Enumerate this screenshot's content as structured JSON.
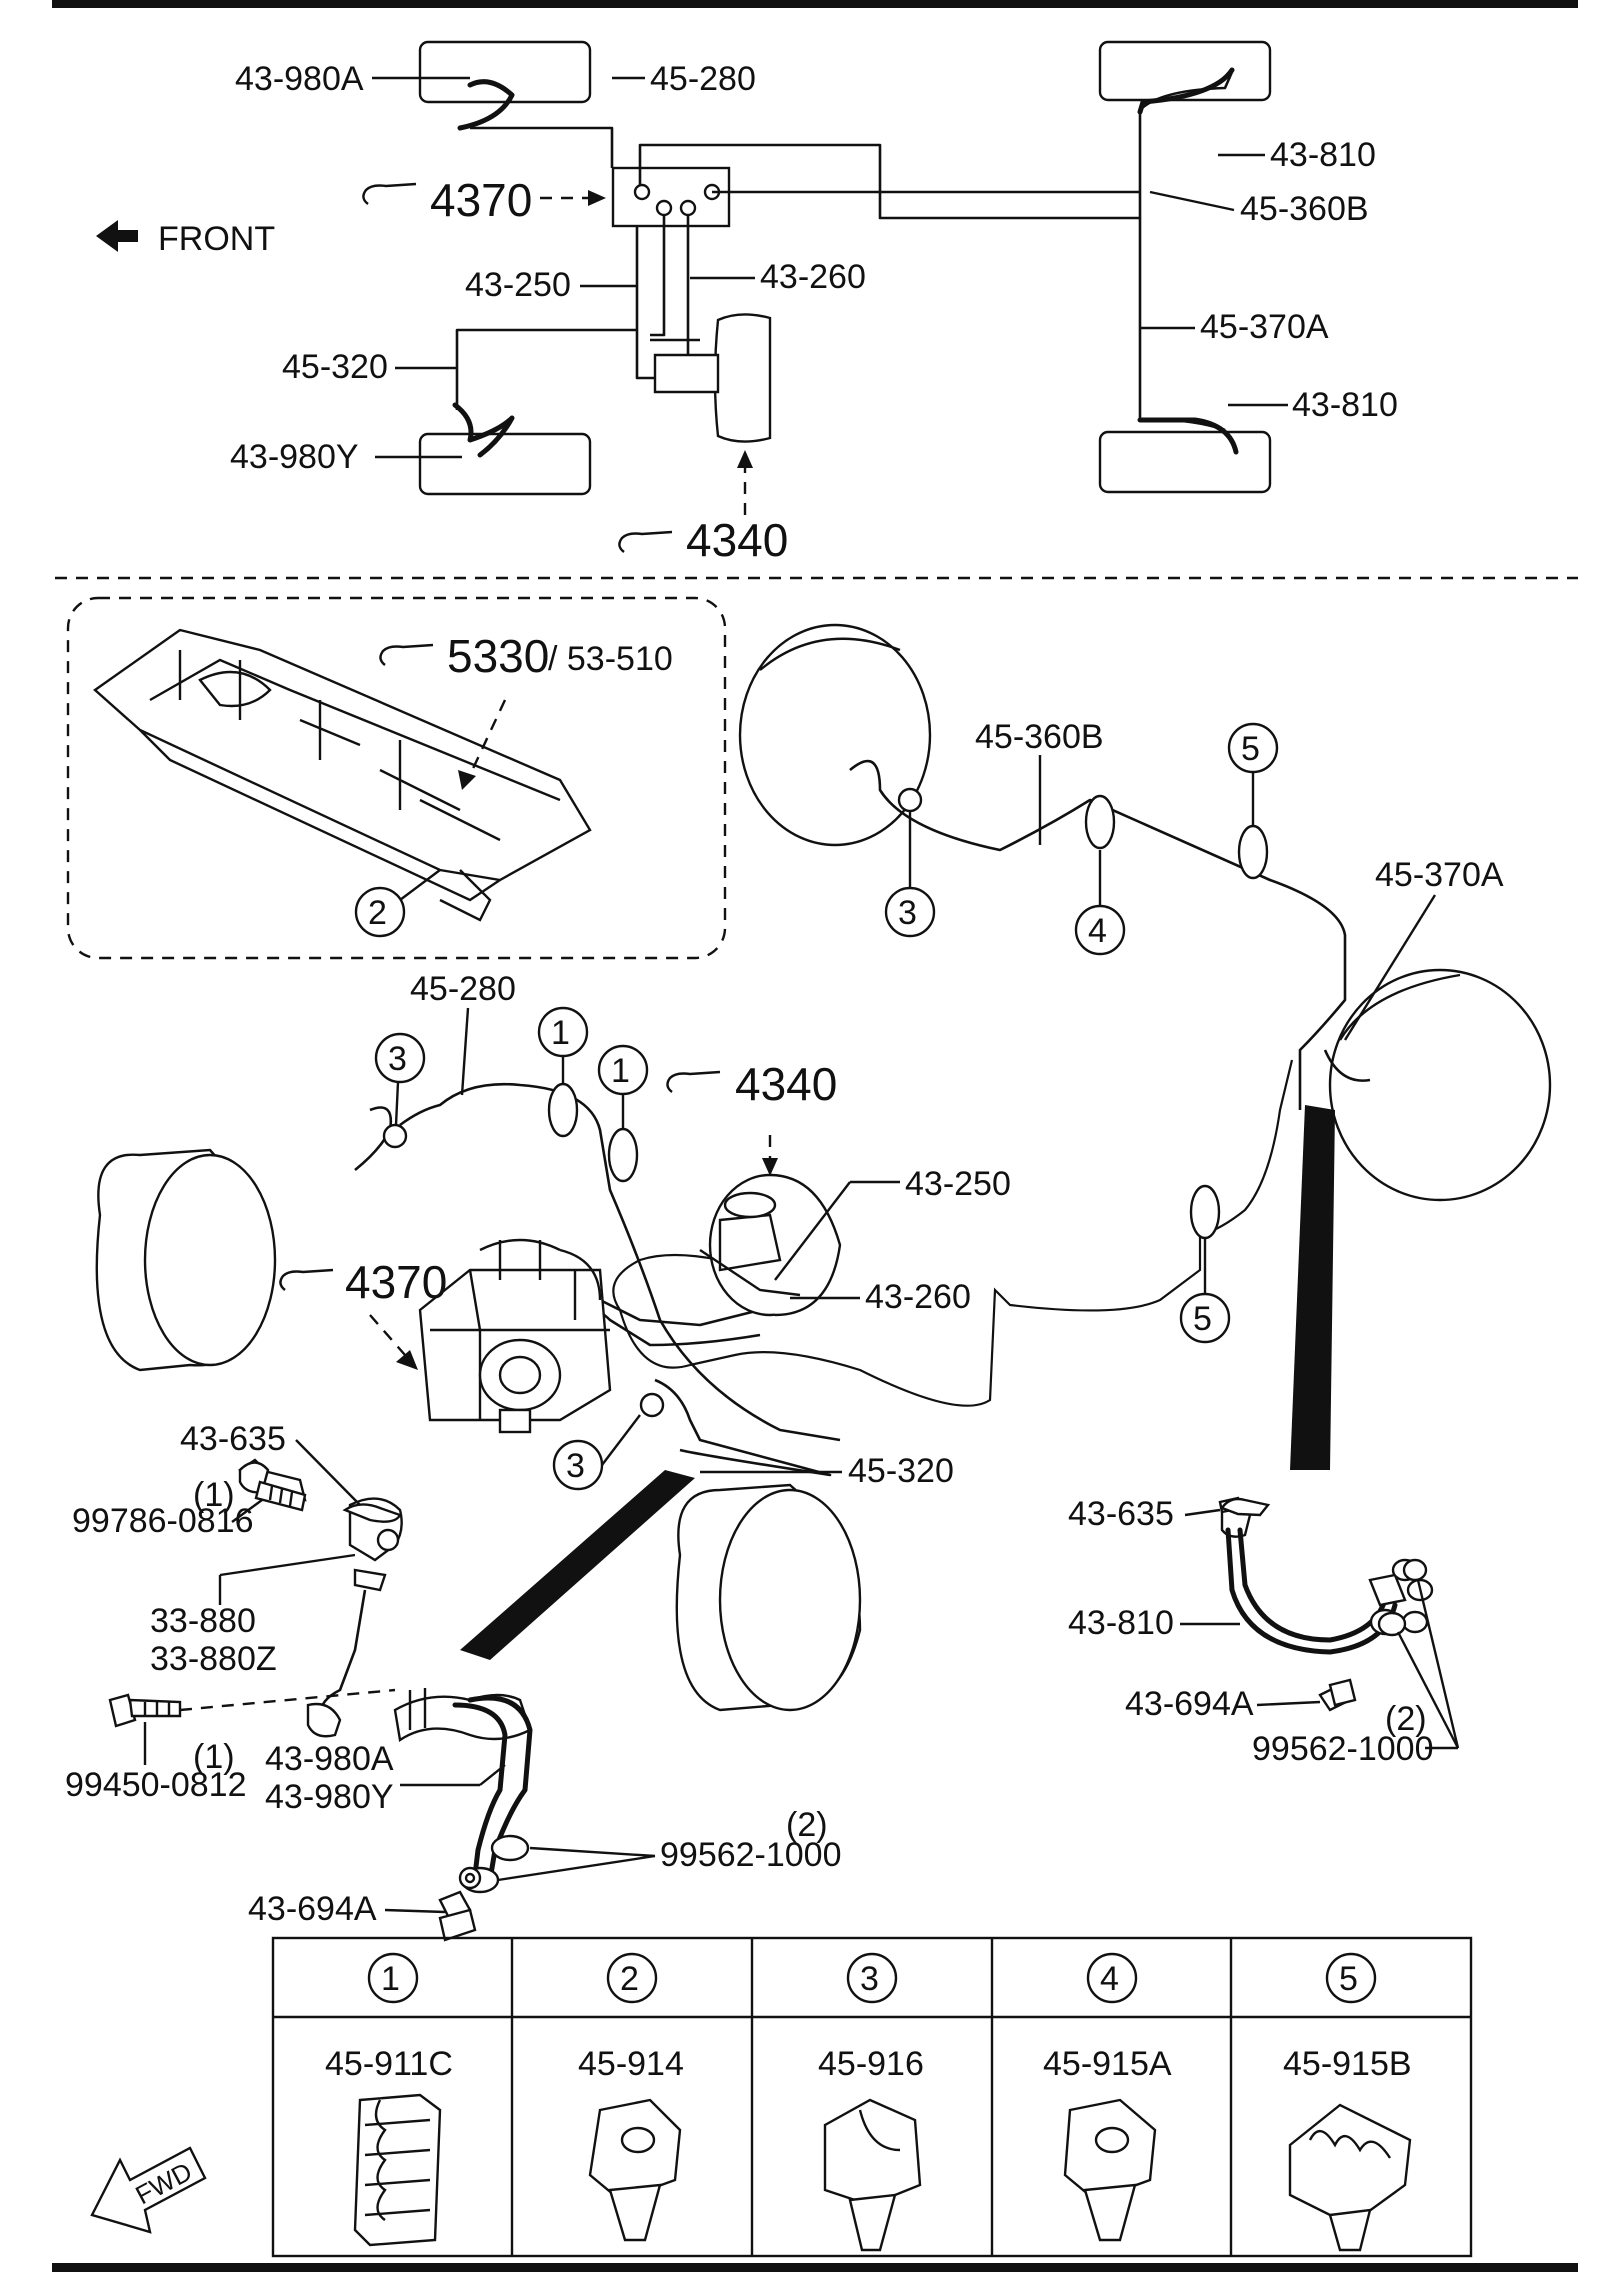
{
  "top": {
    "front_label": "FRONT",
    "ref_4370": "4370",
    "ref_4340": "4340",
    "labels": {
      "l_43_980A": "43-980A",
      "l_45_280": "45-280",
      "l_43_810_a": "43-810",
      "l_45_360B": "45-360B",
      "l_43_250": "43-250",
      "l_43_260": "43-260",
      "l_45_320": "45-320",
      "l_45_370A": "45-370A",
      "l_43_810_b": "43-810",
      "l_43_980Y": "43-980Y"
    }
  },
  "main": {
    "ref_5330": "5330",
    "ref_53_510": "/ 53-510",
    "ref_4340": "4340",
    "ref_4370": "4370",
    "labels": {
      "l_45_360B": "45-360B",
      "l_45_370A": "45-370A",
      "l_45_280": "45-280",
      "l_43_250": "43-250",
      "l_43_260": "43-260",
      "l_45_320": "45-320",
      "l_43_635_a": "43-635",
      "l_99786_0816": "99786-0816",
      "l_qty_99786": "(1)",
      "l_33_880": "33-880",
      "l_33_880Z": "33-880Z",
      "l_99450_0812": "99450-0812",
      "l_qty_99450": "(1)",
      "l_43_980A": "43-980A",
      "l_43_980Y": "43-980Y",
      "l_99562_1000_a": "99562-1000",
      "l_qty_99562_a": "(2)",
      "l_43_694A_a": "43-694A",
      "l_43_635_b": "43-635",
      "l_43_810": "43-810",
      "l_43_694A_b": "43-694A",
      "l_99562_1000_b": "99562-1000",
      "l_qty_99562_b": "(2)"
    },
    "callouts": {
      "c2": "2",
      "c3_a": "3",
      "c4": "4",
      "c5_a": "5",
      "c3_b": "3",
      "c1_a": "1",
      "c1_b": "1",
      "c5_b": "5",
      "c3_c": "3"
    }
  },
  "table": {
    "columns": [
      {
        "num": "1",
        "part": "45-911C"
      },
      {
        "num": "2",
        "part": "45-914"
      },
      {
        "num": "3",
        "part": "45-916"
      },
      {
        "num": "4",
        "part": "45-915A"
      },
      {
        "num": "5",
        "part": "45-915B"
      }
    ]
  },
  "fwd_label": "FWD"
}
